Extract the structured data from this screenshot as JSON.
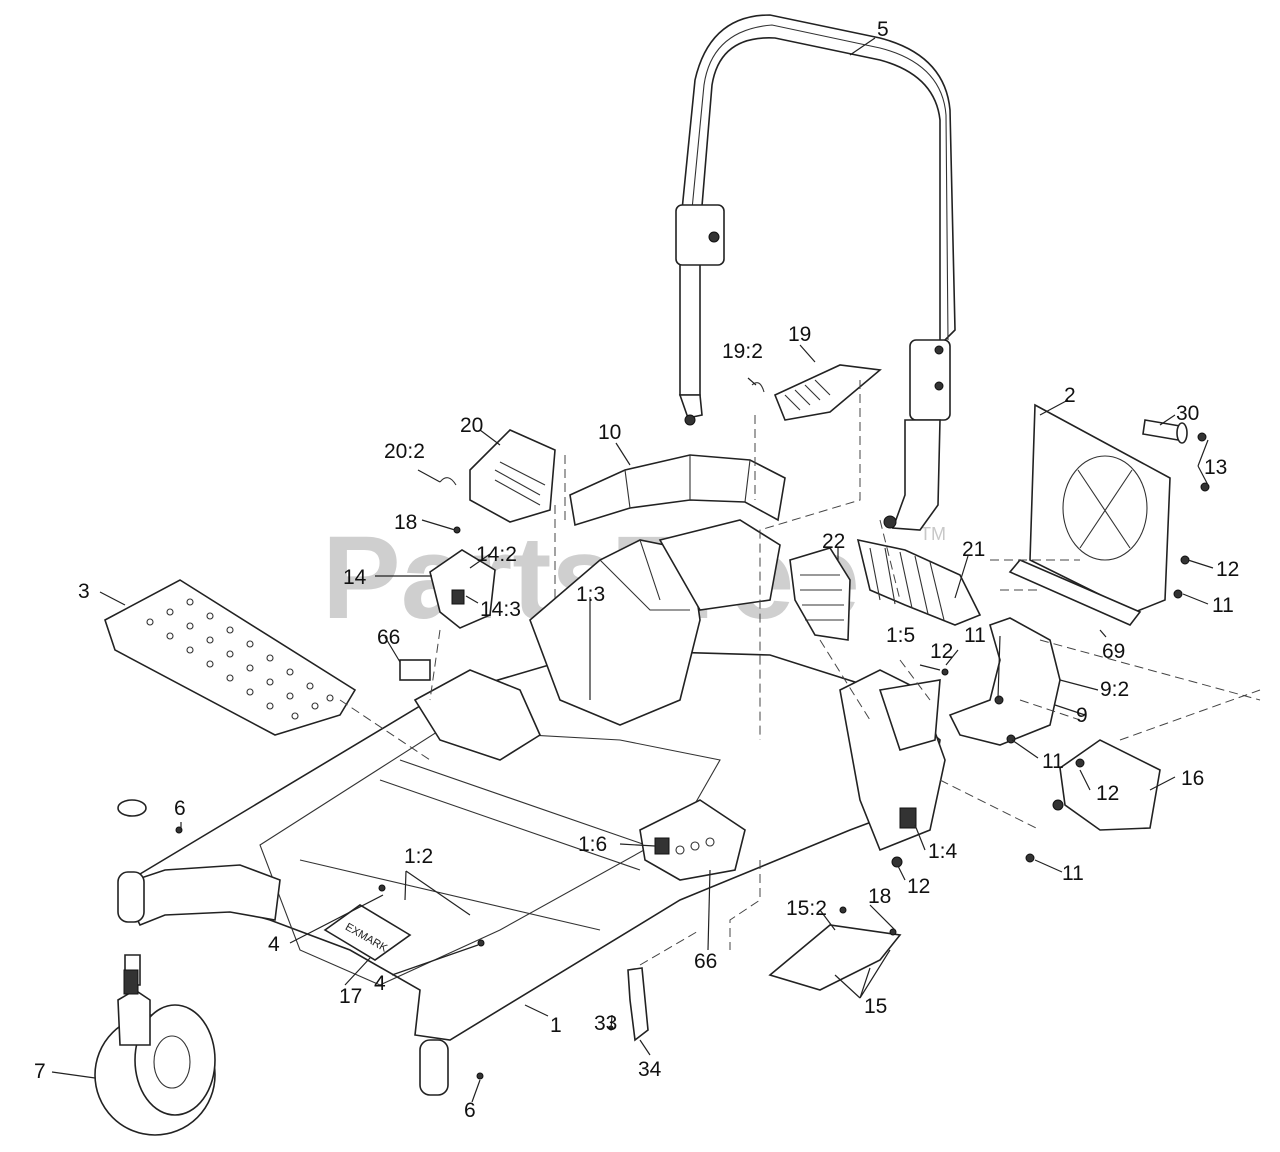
{
  "watermark": {
    "text": "PartsTree",
    "tm": "TM"
  },
  "callouts": {
    "c5": "5",
    "c19_2": "19:2",
    "c19": "19",
    "c2": "2",
    "c30": "30",
    "c13": "13",
    "c20": "20",
    "c20_2": "20:2",
    "c10": "10",
    "c18a": "18",
    "c14_2": "14:2",
    "c14": "14",
    "c14_3": "14:3",
    "c22": "22",
    "c21": "21",
    "c12a": "12",
    "c11a": "11",
    "c69": "69",
    "c3": "3",
    "c1_3": "1:3",
    "c66a": "66",
    "c1_5": "1:5",
    "c12b": "12",
    "c11b": "11",
    "c9_2": "9:2",
    "c9": "9",
    "c11c": "11",
    "c12c": "12",
    "c16": "16",
    "c6a": "6",
    "c1_6": "1:6",
    "c1_4": "1:4",
    "c12d": "12",
    "c11d": "11",
    "c1_2": "1:2",
    "c15_2": "15:2",
    "c18b": "18",
    "c4a": "4",
    "c66b": "66",
    "c15": "15",
    "c17": "17",
    "c4b": "4",
    "c1": "1",
    "c33": "33",
    "c34": "34",
    "c7": "7",
    "c6b": "6"
  }
}
